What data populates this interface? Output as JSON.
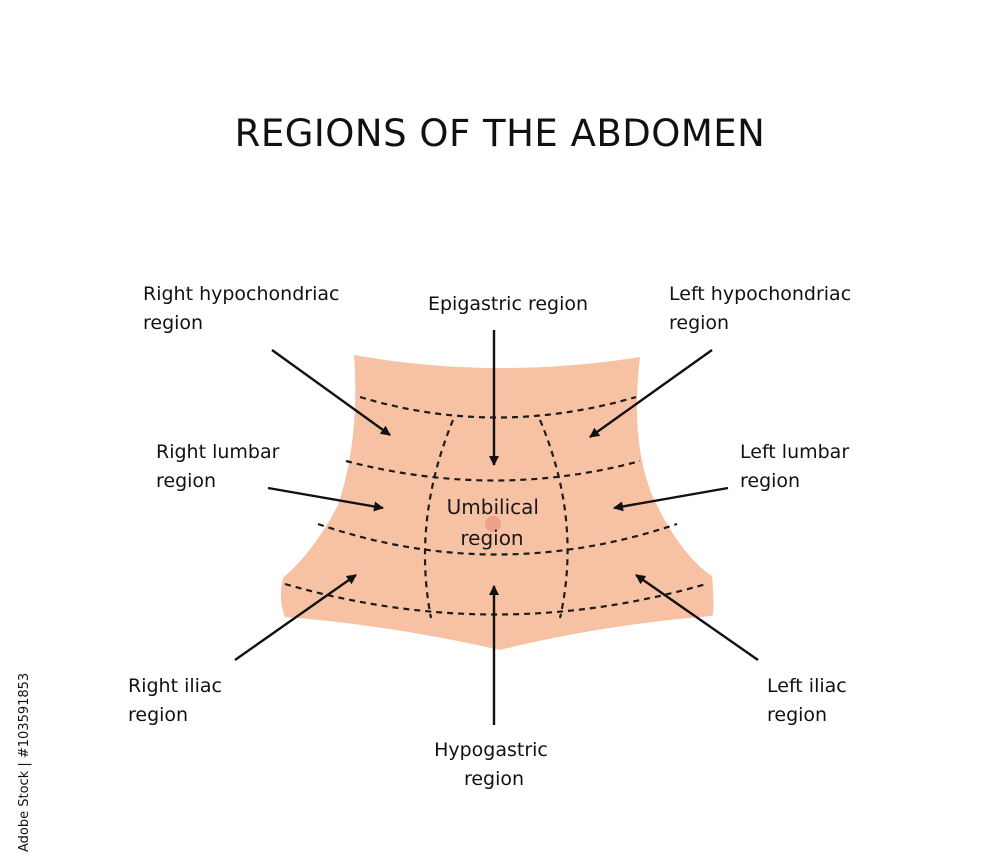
{
  "title": "REGIONS OF THE ABDOMEN",
  "colors": {
    "skin": "#f7c2a4",
    "navel": "#eea08c",
    "ink": "#111111",
    "background": "#ffffff"
  },
  "regions": {
    "right_hypochondriac": [
      "Right hypochondriac",
      "region"
    ],
    "epigastric": [
      "Epigastric region"
    ],
    "left_hypochondriac": [
      "Left hypochondriac",
      "region"
    ],
    "right_lumbar": [
      "Right lumbar",
      "region"
    ],
    "umbilical": [
      "Umbilical",
      "region"
    ],
    "left_lumbar": [
      "Left lumbar",
      "region"
    ],
    "right_iliac": [
      "Right iliac",
      "region"
    ],
    "hypogastric": [
      "Hypogastric",
      "region"
    ],
    "left_iliac": [
      "Left iliac",
      "region"
    ]
  },
  "watermark": "Adobe Stock | #103591853"
}
